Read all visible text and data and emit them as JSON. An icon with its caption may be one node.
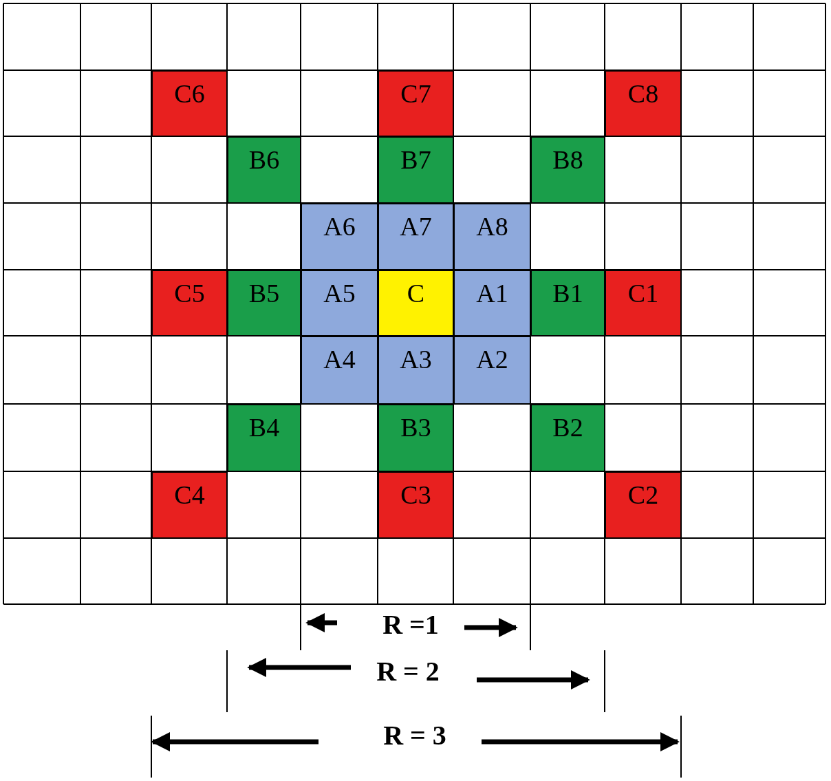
{
  "diagram": {
    "nodes": [
      {
        "text": [
          "C6"
        ]
      },
      {
        "text": [
          "C7"
        ]
      },
      {
        "text": [
          "C8"
        ]
      },
      {
        "text": [
          "B6"
        ]
      },
      {
        "text": [
          "B7"
        ]
      },
      {
        "text": [
          "B8"
        ]
      },
      {
        "text": [
          "A6"
        ]
      },
      {
        "text": [
          "A7"
        ]
      },
      {
        "text": [
          "A8"
        ]
      },
      {
        "text": [
          "C5"
        ]
      },
      {
        "text": [
          "B5"
        ]
      },
      {
        "text": [
          "A5"
        ]
      },
      {
        "text": [
          "C"
        ]
      },
      {
        "text": [
          "A1"
        ]
      },
      {
        "text": [
          "B1"
        ]
      },
      {
        "text": [
          "C1"
        ]
      },
      {
        "text": [
          "A4"
        ]
      },
      {
        "text": [
          "A3"
        ]
      },
      {
        "text": [
          "A2"
        ]
      },
      {
        "text": [
          "B4"
        ]
      },
      {
        "text": [
          "B3"
        ]
      },
      {
        "text": [
          "B2"
        ]
      },
      {
        "text": [
          "C4"
        ]
      },
      {
        "text": [
          "C3"
        ]
      },
      {
        "text": [
          "C2"
        ]
      }
    ],
    "edges": [],
    "labels": [
      "R =1",
      "R = 2",
      "R = 3"
    ]
  }
}
